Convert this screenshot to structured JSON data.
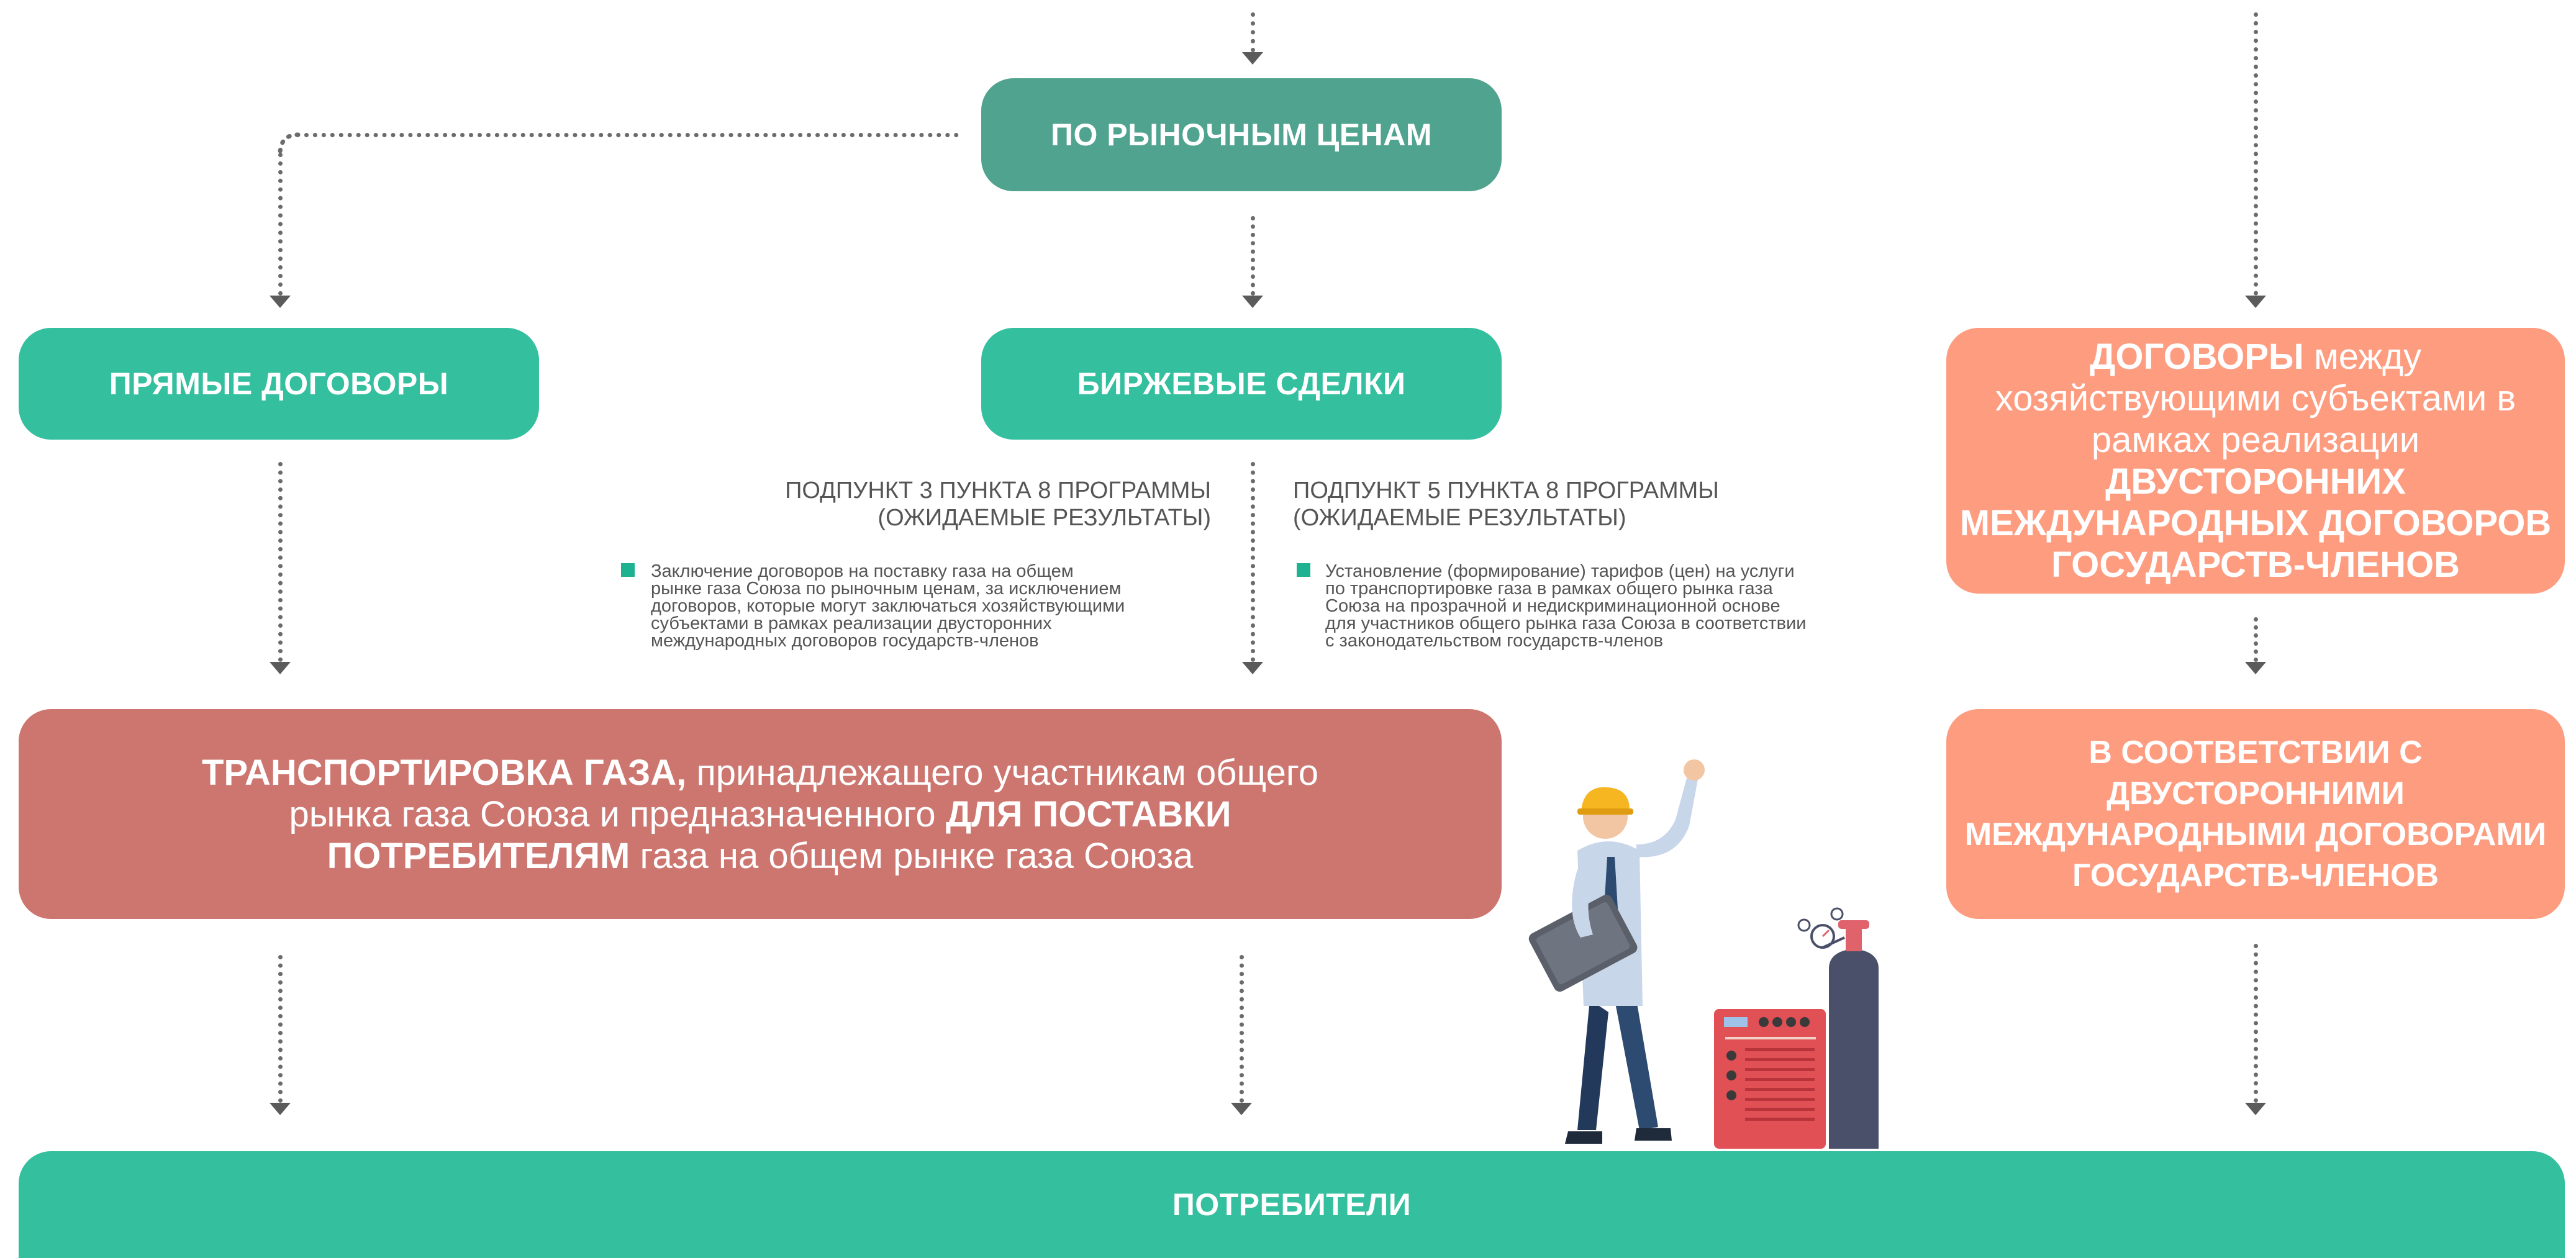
{
  "nodes": {
    "market_prices": "ПО РЫНОЧНЫМ ЦЕНАМ",
    "direct_contracts": "ПРЯМЫЕ ДОГОВОРЫ",
    "exchange_deals": "БИРЖЕВЫЕ СДЕЛКИ",
    "contracts_between": {
      "bold1": "ДОГОВОРЫ",
      "text1": " между хозяйствующими субъектами в рамках реализации ",
      "bold2": "ДВУСТОРОННИХ МЕЖДУНАРОДНЫХ ДОГОВОРОВ ГОСУДАРСТВ-ЧЛЕНОВ"
    },
    "gas_transport": {
      "bold1": "ТРАНСПОРТИРОВКА ГАЗА,",
      "text1": " принадлежащего участникам общего рынка газа Союза и предназначенного ",
      "bold2": "ДЛЯ ПОСТАВКИ ПОТРЕБИТЕЛЯМ",
      "text2": " газа на общем рынке газа Союза"
    },
    "per_bilateral": "В СООТВЕТСТВИИ С ДВУСТОРОННИМИ МЕЖДУНАРОДНЫМИ ДОГОВОРАМИ ГОСУДАРСТВ-ЧЛЕНОВ",
    "consumers": "ПОТРЕБИТЕЛИ"
  },
  "refs": {
    "left": {
      "line1": "ПОДПУНКТ 3 ПУНКТА 8 ПРОГРАММЫ",
      "line2": "(ОЖИДАЕМЫЕ РЕЗУЛЬТАТЫ)",
      "note": [
        "Заключение договоров на поставку газа на общем",
        "рынке газа Союза по рыночным ценам, за исключением",
        "договоров, которые могут заключаться хозяйствующими",
        "субъектами в рамках реализации двусторонних",
        "международных договоров государств-членов"
      ]
    },
    "right": {
      "line1": "ПОДПУНКТ 5 ПУНКТА 8 ПРОГРАММЫ",
      "line2": "(ОЖИДАЕМЫЕ РЕЗУЛЬТАТЫ)",
      "note": [
        "Установление (формирование) тарифов (цен) на услуги",
        "по транспортировке газа в рамках общего рынка газа",
        "Союза на прозрачной и недискриминационной основе",
        "для участников общего рынка газа Союза в соответствии",
        "с законодательством государств-членов"
      ]
    }
  },
  "colors": {
    "teal": "#34bf9f",
    "dark_teal": "#50a38f",
    "salmon": "#fe9c80",
    "red": "#cd756f",
    "connector": "#6b6b6b",
    "bullet": "#1fb290"
  },
  "icons": [
    "engineer-illustration",
    "gas-cylinder-icon",
    "gas-equipment-icon",
    "pressure-gauge-icon"
  ]
}
